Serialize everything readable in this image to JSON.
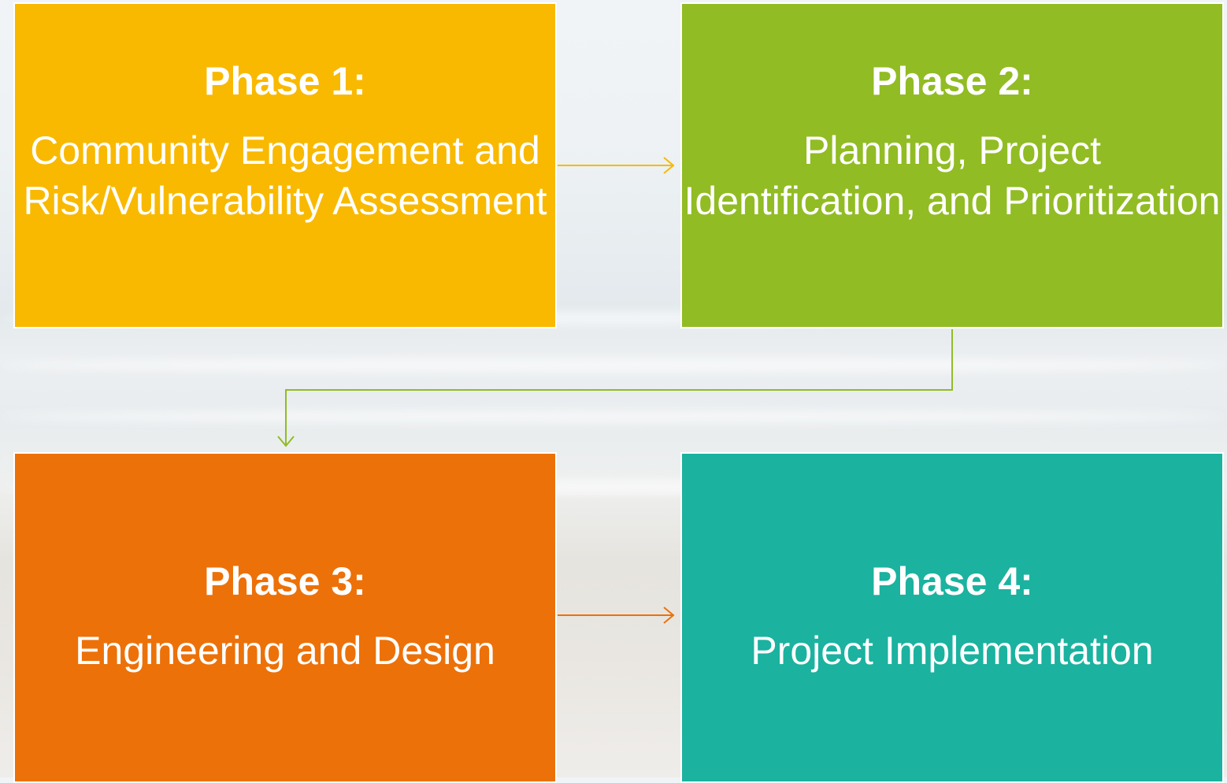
{
  "colors": {
    "phase1": "#f8b900",
    "phase2": "#92bc24",
    "phase3": "#ed7109",
    "phase4": "#1bb2a0",
    "text": "#ffffff"
  },
  "phases": [
    {
      "title": "Phase 1:",
      "desc": "Community Engagement and Risk/Vulnerability Assessment"
    },
    {
      "title": "Phase 2:",
      "desc": "Planning, Project Identification, and Prioritization"
    },
    {
      "title": "Phase 3:",
      "desc": "Engineering and Design"
    },
    {
      "title": "Phase 4:",
      "desc": "Project Implementation"
    }
  ],
  "connectors": [
    {
      "from": "phase-1",
      "to": "phase-2",
      "style": "arrow"
    },
    {
      "from": "phase-2",
      "to": "phase-3",
      "style": "elbow-arrow"
    },
    {
      "from": "phase-3",
      "to": "phase-4",
      "style": "arrow"
    }
  ]
}
